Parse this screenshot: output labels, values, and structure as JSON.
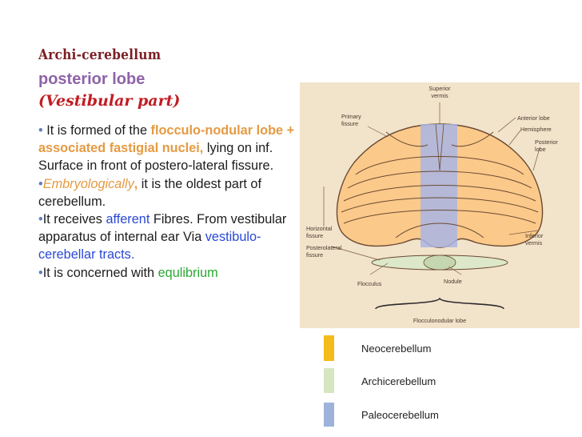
{
  "heading": {
    "line1": "Archi-cerebellum",
    "line2": "posterior lobe",
    "line3": "(Vestibular part)"
  },
  "points": {
    "p1": {
      "bullet": "•",
      "a": "It is formed of the ",
      "b": "flocculo-nodular  lobe + associated fastigial nuclei",
      "c": ",",
      "d": " lying on inf. Surface in front of postero-lateral fissure."
    },
    "p2": {
      "bullet": "•",
      "a": "Embryologically",
      "b": ",",
      "c": " it is the oldest part of cerebellum."
    },
    "p3": {
      "bullet": "•",
      "a": "It receives ",
      "b": "afferent",
      "c": " Fibres. From vestibular apparatus of internal ear Via ",
      "d": "vestibulo-cerebellar tracts."
    },
    "p4": {
      "bullet": "•",
      "a": "It is concerned with ",
      "b": "equlibrium"
    }
  },
  "figure": {
    "labels": {
      "superior_vermis": [
        "Superior",
        "vermis"
      ],
      "primary_fissure": [
        "Primary",
        "fissure"
      ],
      "anterior_lobe": "Anterior lobe",
      "hemisphere": "Hemisphere",
      "posterior_lobe": [
        "Posterior",
        "lobe"
      ],
      "horizontal_fissure": [
        "Horizontal",
        "fissure"
      ],
      "posterolateral_fissure": [
        "Posterolateral",
        "fissure"
      ],
      "inferior_vermis": [
        "Inferior",
        "vermis"
      ],
      "flocculus": "Flocculus",
      "nodule": "Nodule",
      "flocculonodular_lobe": "Flocculonodular lobe"
    },
    "colors": {
      "background": "#f2e3cb",
      "cerebellum": "#fbc98a",
      "vermis_stripe": "#a9b5e4",
      "flocculus": "#dce8c9"
    }
  },
  "legend": [
    {
      "label": "Neocerebellum",
      "color": "#f5bb1a"
    },
    {
      "label": "Archicerebellum",
      "color": "#d6e6c0"
    },
    {
      "label": "Paleocerebellum",
      "color": "#9db3dc"
    }
  ]
}
